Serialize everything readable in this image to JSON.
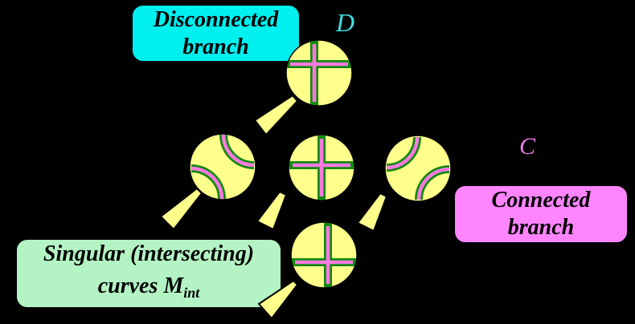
{
  "colors": {
    "bg": "#000000",
    "lens-yellow": "#ffff8c",
    "curve-green": "#118a11",
    "curve-pink": "#f87ae0",
    "cyan-box": "#00efef",
    "pink-box": "#ff85ff",
    "green-box": "#b4f3c4",
    "d-label": "#40dede",
    "c-label": "#ee7fe8",
    "text": "#000000"
  },
  "boxes": {
    "disconnected": {
      "line1": "Disconnected",
      "line2": "branch"
    },
    "connected": {
      "line1": "Connected",
      "line2": "branch"
    },
    "singular": {
      "line1": "Singular (intersecting)",
      "line2_main": "curves M",
      "line2_sub": "int"
    }
  },
  "letters": {
    "d": "D",
    "c": "C"
  },
  "lenses": [
    {
      "name": "top-lens",
      "curve": "intersecting-cross",
      "branch_label": "D"
    },
    {
      "name": "mid-left-lens",
      "curve": "hyperbola-arcs-topright-bottomleft"
    },
    {
      "name": "mid-center-lens",
      "curve": "intersecting-cross"
    },
    {
      "name": "mid-right-lens",
      "curve": "hyperbola-arcs-topleft-bottomright",
      "branch_label": "C"
    },
    {
      "name": "bottom-lens",
      "curve": "intersecting-cross"
    }
  ]
}
